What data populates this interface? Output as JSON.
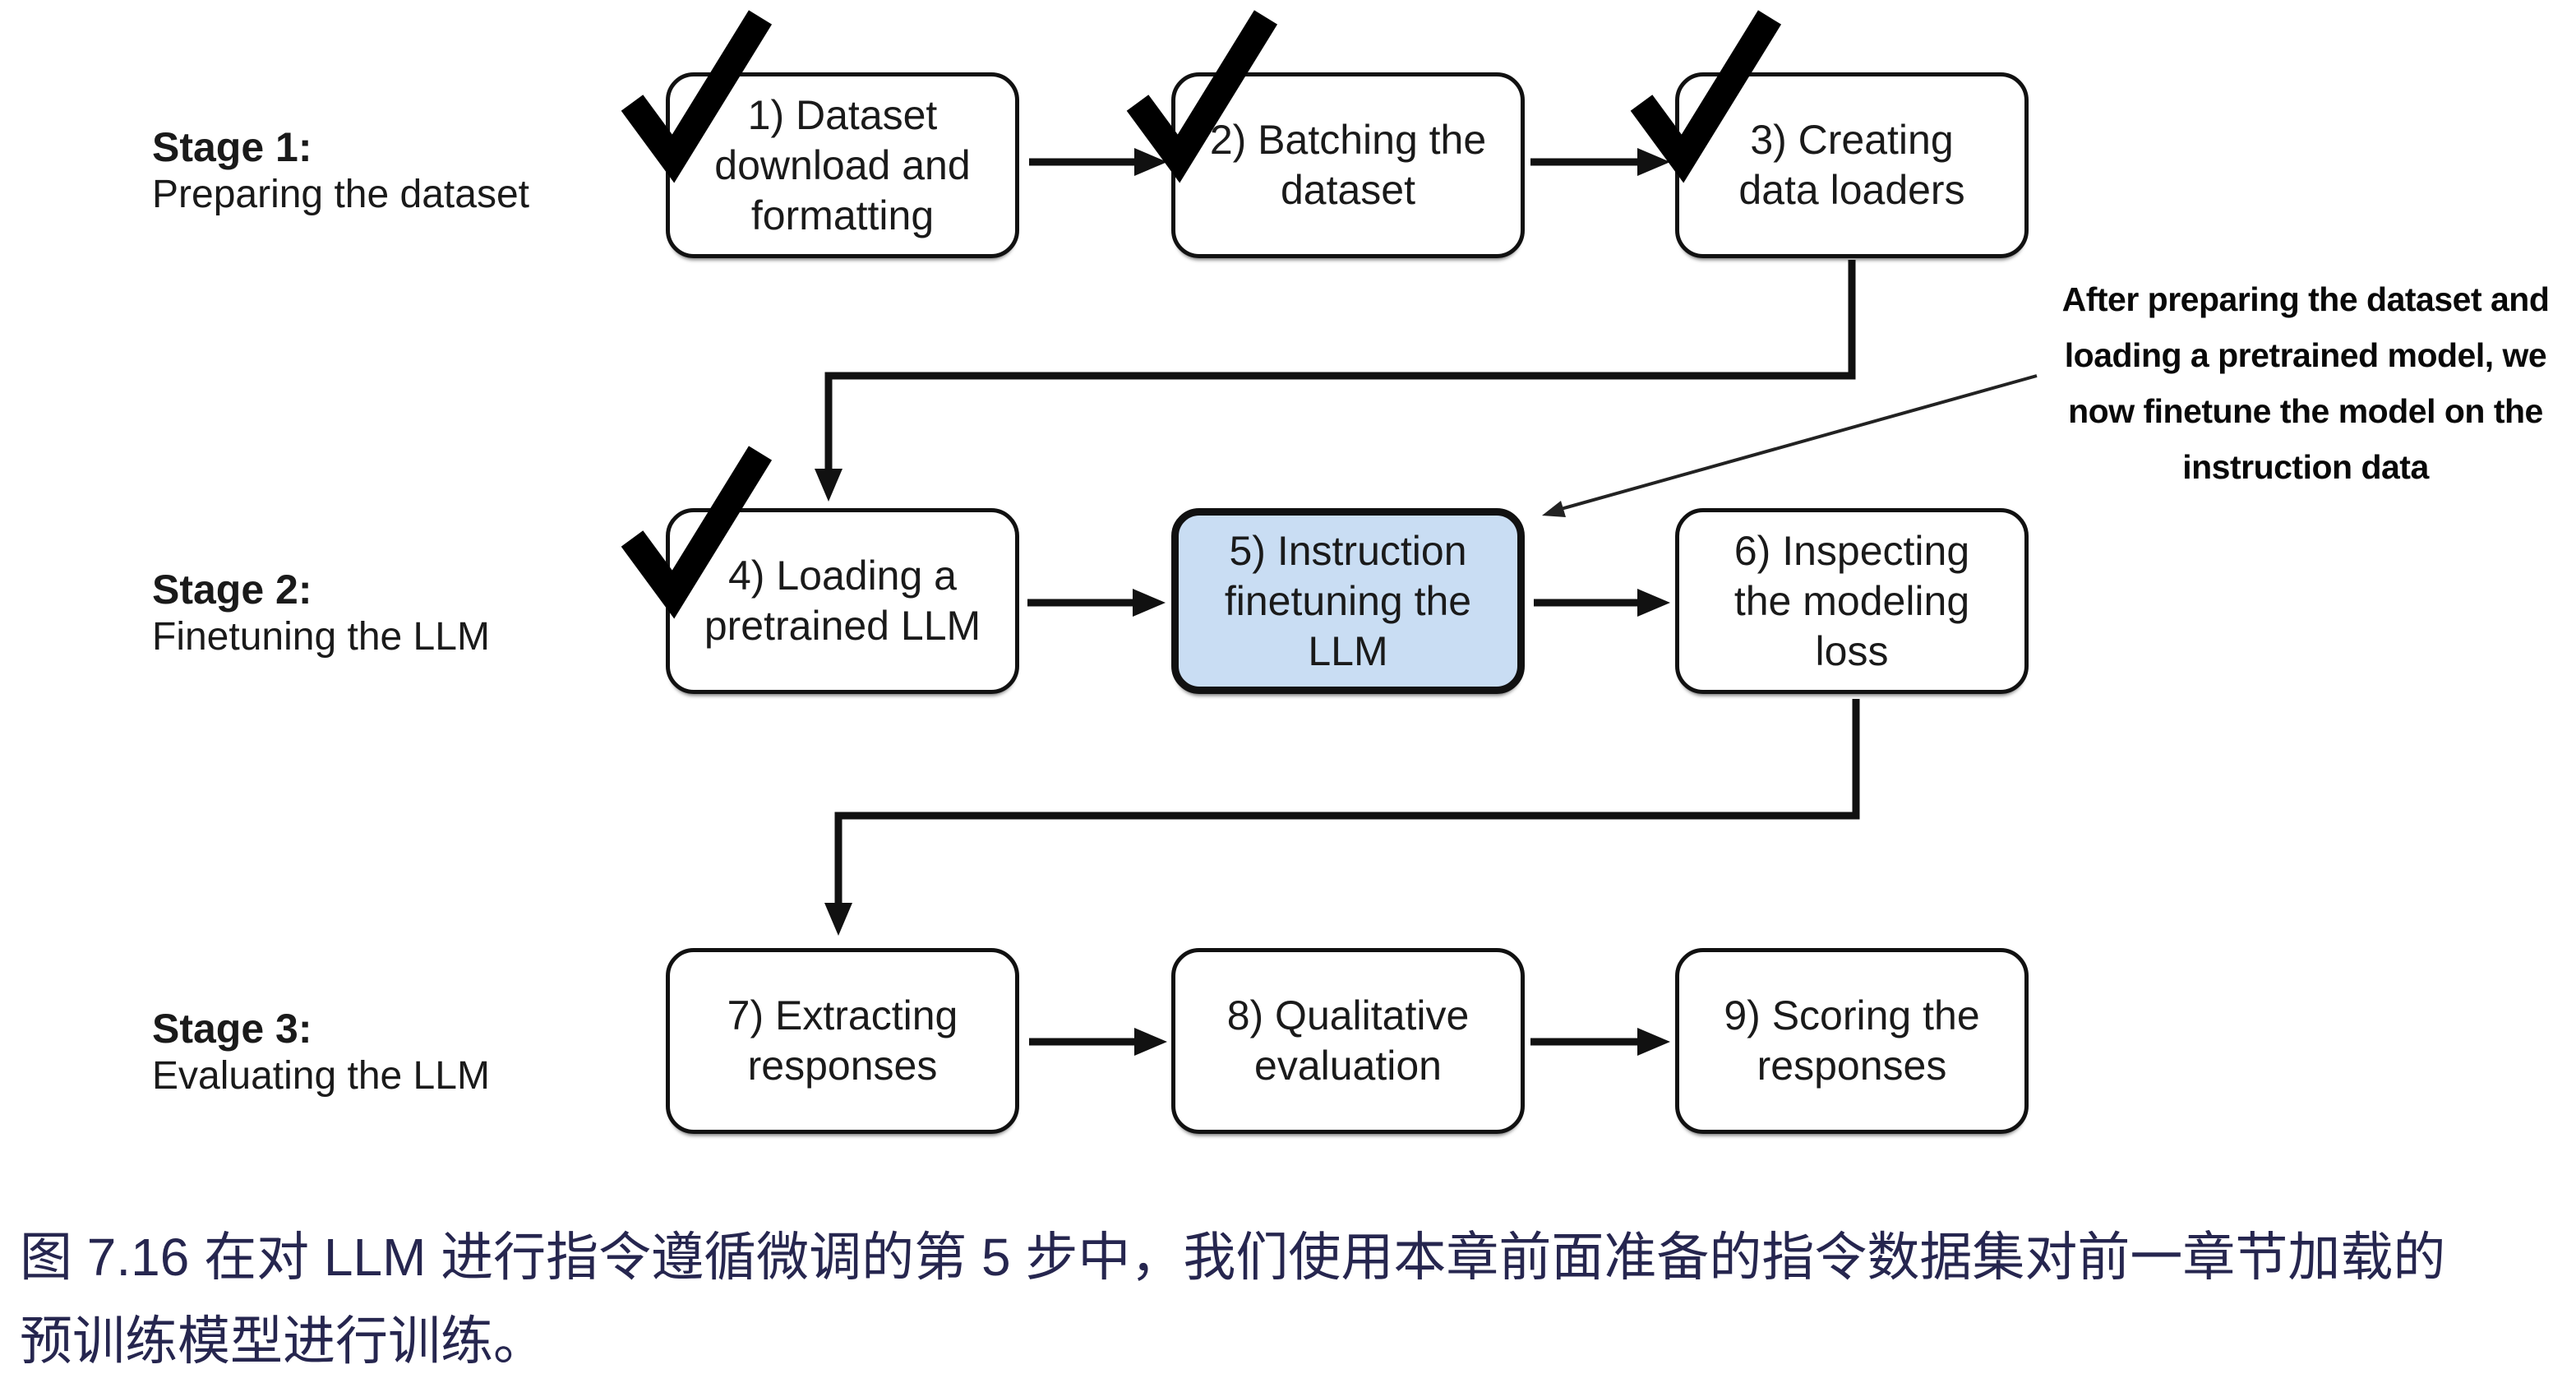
{
  "figure": {
    "stages": [
      {
        "title": "Stage 1:",
        "subtitle": "Preparing the dataset",
        "boxes": [
          {
            "label": "1) Dataset\ndownload and\nformatting",
            "checked": true,
            "highlighted": false
          },
          {
            "label": "2) Batching the\ndataset",
            "checked": true,
            "highlighted": false
          },
          {
            "label": "3) Creating\ndata loaders",
            "checked": true,
            "highlighted": false
          }
        ]
      },
      {
        "title": "Stage 2:",
        "subtitle": "Finetuning the LLM",
        "boxes": [
          {
            "label": "4) Loading a\npretrained LLM",
            "checked": true,
            "highlighted": false
          },
          {
            "label": "5) Instruction\nfinetuning the\nLLM",
            "checked": false,
            "highlighted": true
          },
          {
            "label": "6) Inspecting\nthe modeling\nloss",
            "checked": false,
            "highlighted": false
          }
        ]
      },
      {
        "title": "Stage 3:",
        "subtitle": "Evaluating the LLM",
        "boxes": [
          {
            "label": "7) Extracting\nresponses",
            "checked": false,
            "highlighted": false
          },
          {
            "label": "8) Qualitative\nevaluation",
            "checked": false,
            "highlighted": false
          },
          {
            "label": "9) Scoring the\nresponses",
            "checked": false,
            "highlighted": false
          }
        ]
      }
    ],
    "annotation": "After preparing the dataset and\nloading a pretrained model, we\nnow finetune the model on the\ninstruction data",
    "caption": "图 7.16 在对 LLM 进行指令遵循微调的第 5 步中，我们使用本章前面准备的指令数据集对前一章节加载的\n预训练模型进行训练。"
  },
  "colors": {
    "highlight_fill": "#c9ddf3",
    "box_border": "#111111",
    "caption_text": "#26264f"
  }
}
